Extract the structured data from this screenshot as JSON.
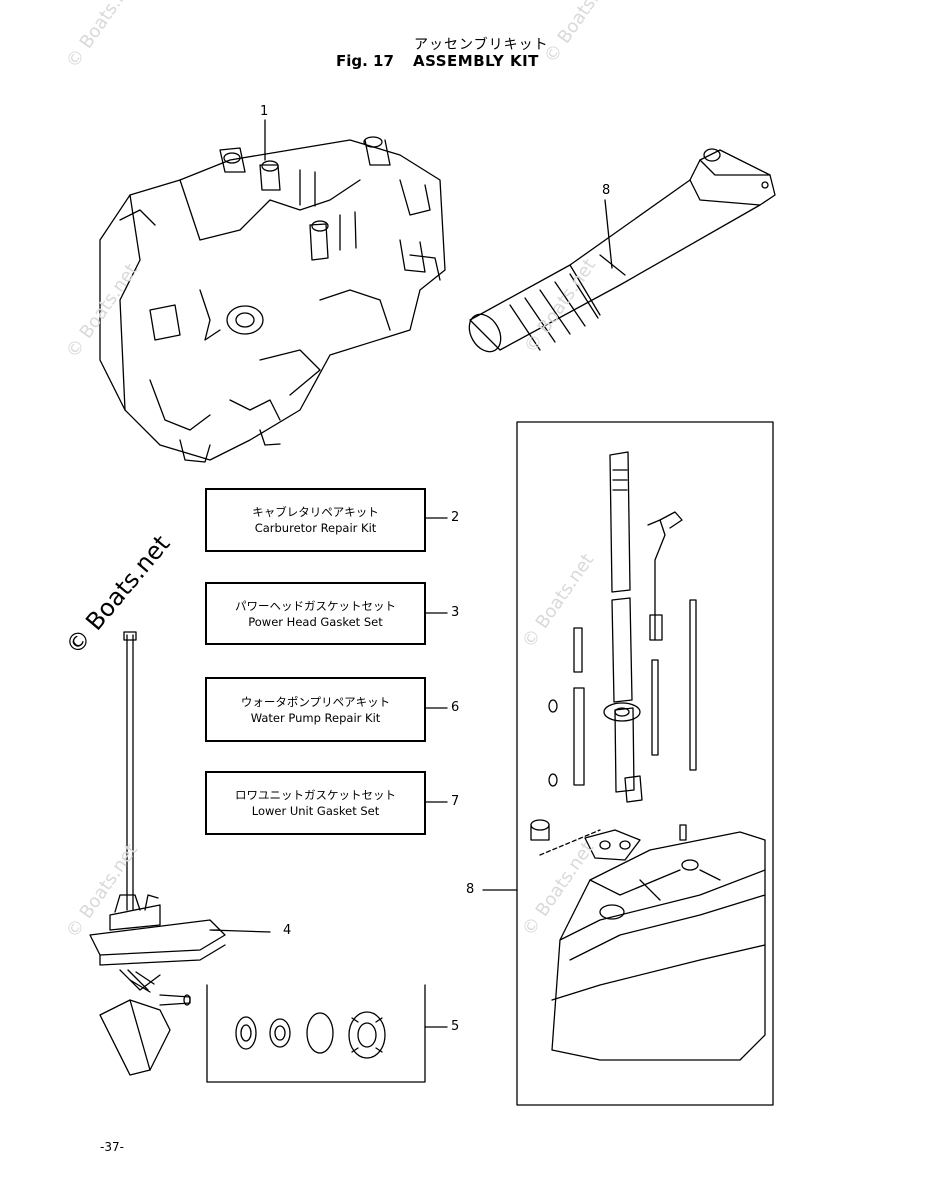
{
  "header": {
    "japanese_title": "アッセンブリキット",
    "fig_label": "Fig. 17",
    "title": "ASSEMBLY KIT"
  },
  "callouts": {
    "n1": "1",
    "n2": "2",
    "n3": "3",
    "n4": "4",
    "n5": "5",
    "n6": "6",
    "n7": "7",
    "n8a": "8",
    "n8b": "8"
  },
  "kits": [
    {
      "jp": "キャブレタリペアキット",
      "en": "Carburetor Repair Kit"
    },
    {
      "jp": "パワーヘッドガスケットセット",
      "en": "Power Head Gasket Set"
    },
    {
      "jp": "ウォータポンプリペアキット",
      "en": "Water Pump Repair Kit"
    },
    {
      "jp": "ロワユニットガスケットセット",
      "en": "Lower Unit Gasket Set"
    }
  ],
  "watermark": {
    "text": "© Boats.net"
  },
  "footer": {
    "page_number": "-37-"
  }
}
